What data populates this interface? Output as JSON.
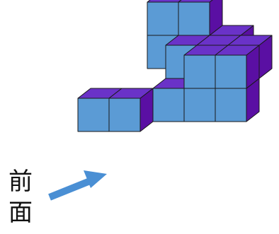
{
  "front_label": [
    "前",
    "面"
  ],
  "colors": {
    "top": "#6a32c8",
    "front": "#5b9bd5",
    "side": "#5a0fa3",
    "edge": "#1a1a1a",
    "arrow": "#4a8fd4"
  },
  "cubes": [
    {
      "x": 0,
      "y": 2,
      "z": 1
    },
    {
      "x": 1,
      "y": 2,
      "z": 1
    },
    {
      "x": 0,
      "y": 2,
      "z": 2
    },
    {
      "x": 1,
      "y": 2,
      "z": 2
    },
    {
      "x": 1,
      "y": 1,
      "z": 1
    },
    {
      "x": 2,
      "y": 1,
      "z": 1
    },
    {
      "x": 2,
      "y": 2,
      "z": 1
    },
    {
      "x": 1,
      "y": 0,
      "z": 0
    },
    {
      "x": 2,
      "y": 0,
      "z": 0
    },
    {
      "x": 2,
      "y": 0,
      "z": 1
    },
    {
      "x": 3,
      "y": 0,
      "z": 0
    },
    {
      "x": 3,
      "y": 0,
      "z": 1
    },
    {
      "x": 3,
      "y": 1,
      "z": 1
    },
    {
      "x": -1,
      "y": -1,
      "z": 0
    },
    {
      "x": 0,
      "y": -1,
      "z": 0
    }
  ]
}
